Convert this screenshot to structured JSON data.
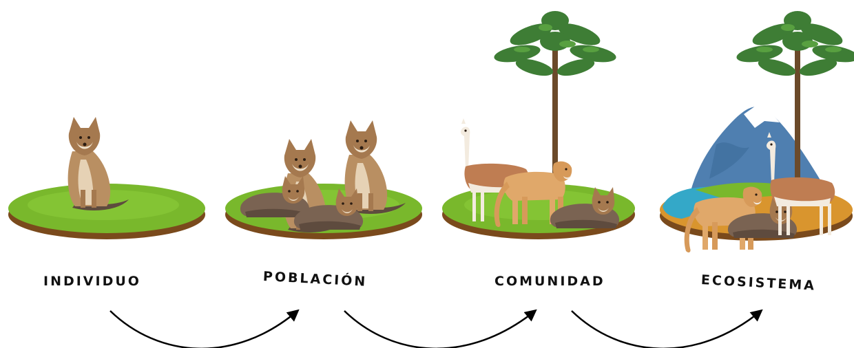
{
  "stages": [
    {
      "label": "INDIVIDUO"
    },
    {
      "label": "POBLACIÓN"
    },
    {
      "label": "COMUNIDAD"
    },
    {
      "label": "ECOSISTEMA"
    }
  ],
  "colors": {
    "grass": "#79b82c",
    "grass_light": "#8ccc3a",
    "soil": "#7a4a1c",
    "fox_body": "#b98f62",
    "fox_dark": "#5e4b3e",
    "guanaco": "#bf7d52",
    "puma": "#e0a86a",
    "araucaria_trunk": "#6b4a2a",
    "araucaria_leaves": "#3e7d35",
    "mountain": "#4f7fb0",
    "water": "#34a8c8",
    "arrow": "#000000"
  }
}
